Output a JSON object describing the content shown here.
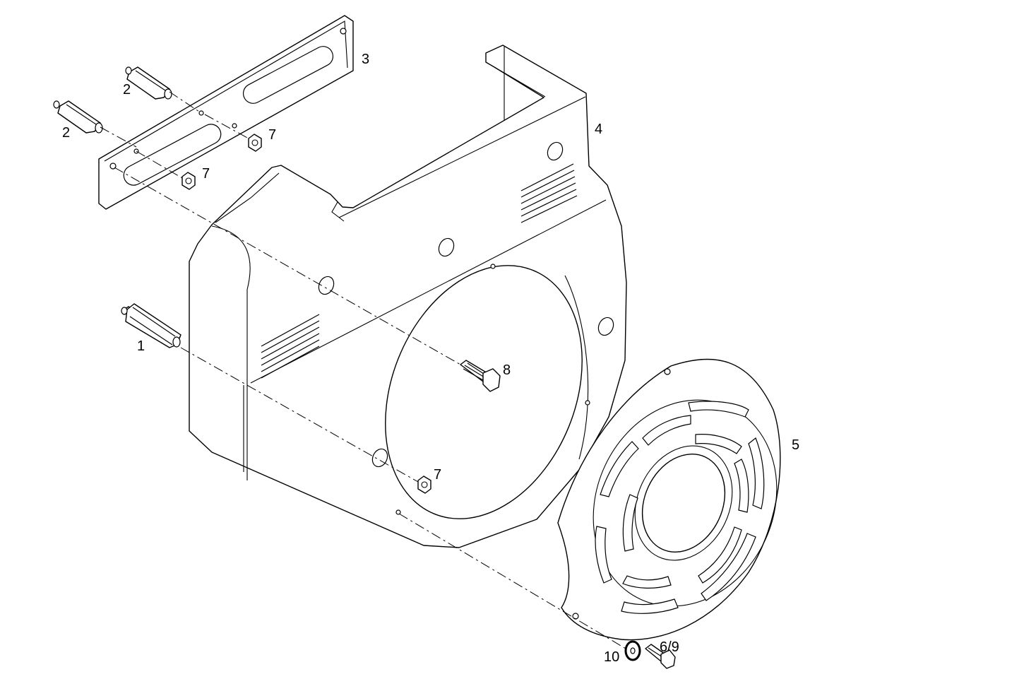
{
  "diagram": {
    "labels": {
      "spacer_bottom": "1",
      "spacer_upper_a": "2",
      "spacer_upper_b": "2",
      "bracket": "3",
      "housing": "4",
      "cover": "5",
      "screw_cover": "6/9",
      "nut_top_a": "7",
      "nut_top_b": "7",
      "nut_bottom": "7",
      "bolt": "8",
      "washer": "10"
    }
  }
}
